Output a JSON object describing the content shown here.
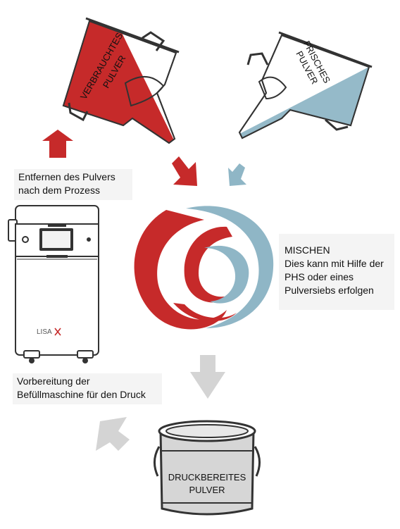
{
  "labels": {
    "removal": [
      "Entfernen des Pulvers",
      "nach dem Prozess"
    ],
    "mixing": [
      "MISCHEN",
      "Dies kann mit Hilfe der",
      "PHS oder eines",
      "Pulversiebs erfolgen"
    ],
    "preparation": [
      "Vorbereitung der",
      "Befüllmaschine für den Druck"
    ]
  },
  "hoppers": {
    "used": [
      "VERBRAUCHTES",
      "PULVER"
    ],
    "fresh": [
      "FRISCHES",
      "PULVER"
    ]
  },
  "bucket": [
    "DRUCKBEREITES",
    "PULVER"
  ],
  "machine": {
    "brand": "LISA"
  },
  "colors": {
    "used_powder": "#c62a2a",
    "fresh_powder": "#8fb6c6",
    "ready_powder": "#d6d6d6",
    "arrow_grey": "#d4d4d4",
    "outline": "#333333",
    "label_bg": "#f4f4f4"
  }
}
